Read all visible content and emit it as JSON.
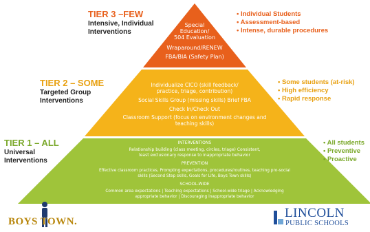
{
  "colors": {
    "tier3": "#e8601c",
    "tier2": "#f5b31a",
    "tier1": "#9fc43a",
    "tier3_text": "#e8601c",
    "tier2_text": "#e8a010",
    "tier1_text": "#7aa82a"
  },
  "tier3": {
    "title": "TIER 3 –FEW",
    "subtitle_line1": "Intensive, Individual",
    "subtitle_line2": "Interventions",
    "bullets": [
      "Individual Students",
      "Assessment-based",
      "Intense, durable procedures"
    ],
    "lines": [
      "Special",
      "Education/",
      "504 Evaluation",
      "Wraparound/RENEW",
      "FBA/BIA (Safety Plan)"
    ]
  },
  "tier2": {
    "title": "TIER 2 – SOME",
    "subtitle_line1": "Targeted Group",
    "subtitle_line2": "Interventions",
    "bullets": [
      "Some students (at-risk)",
      "High efficiency",
      "Rapid response"
    ],
    "lines": [
      "Individualize CICO (skill feedback/",
      "practice, triage, contribution)",
      "Social Skills Group (missing skills) Brief FBA",
      "Check In/Check Out",
      "Classroom Support (focus on environment changes and",
      "teaching skills)"
    ]
  },
  "tier1": {
    "title": "TIER 1 – ALL",
    "subtitle_line1": "Universal",
    "subtitle_line2": "Interventions",
    "bullets": [
      "All students",
      "Preventive",
      "Proactive"
    ],
    "lines": [
      "INTERVENTIONS",
      "Relationship building (class meeting, circles, triage) Consistent,",
      "least exclusionary response to inappropriate behavior",
      "PREVENTION",
      "Effective classroom practices, Prompting expectations, procedures/routines, teaching pro-social",
      "skills (Second Step skills, Goals for Life, Boys Town skills)",
      "SCHOOL-WIDE",
      "Common area expectations | Teaching expectations | School-wide triage | Acknowledging",
      "appropriate behavior | Discouraging inappropriate behavior"
    ]
  },
  "logos": {
    "boystown": "BOYS TOWN.",
    "lincoln_name": "LINCOLN",
    "lincoln_sub": "PUBLIC SCHOOLS"
  }
}
